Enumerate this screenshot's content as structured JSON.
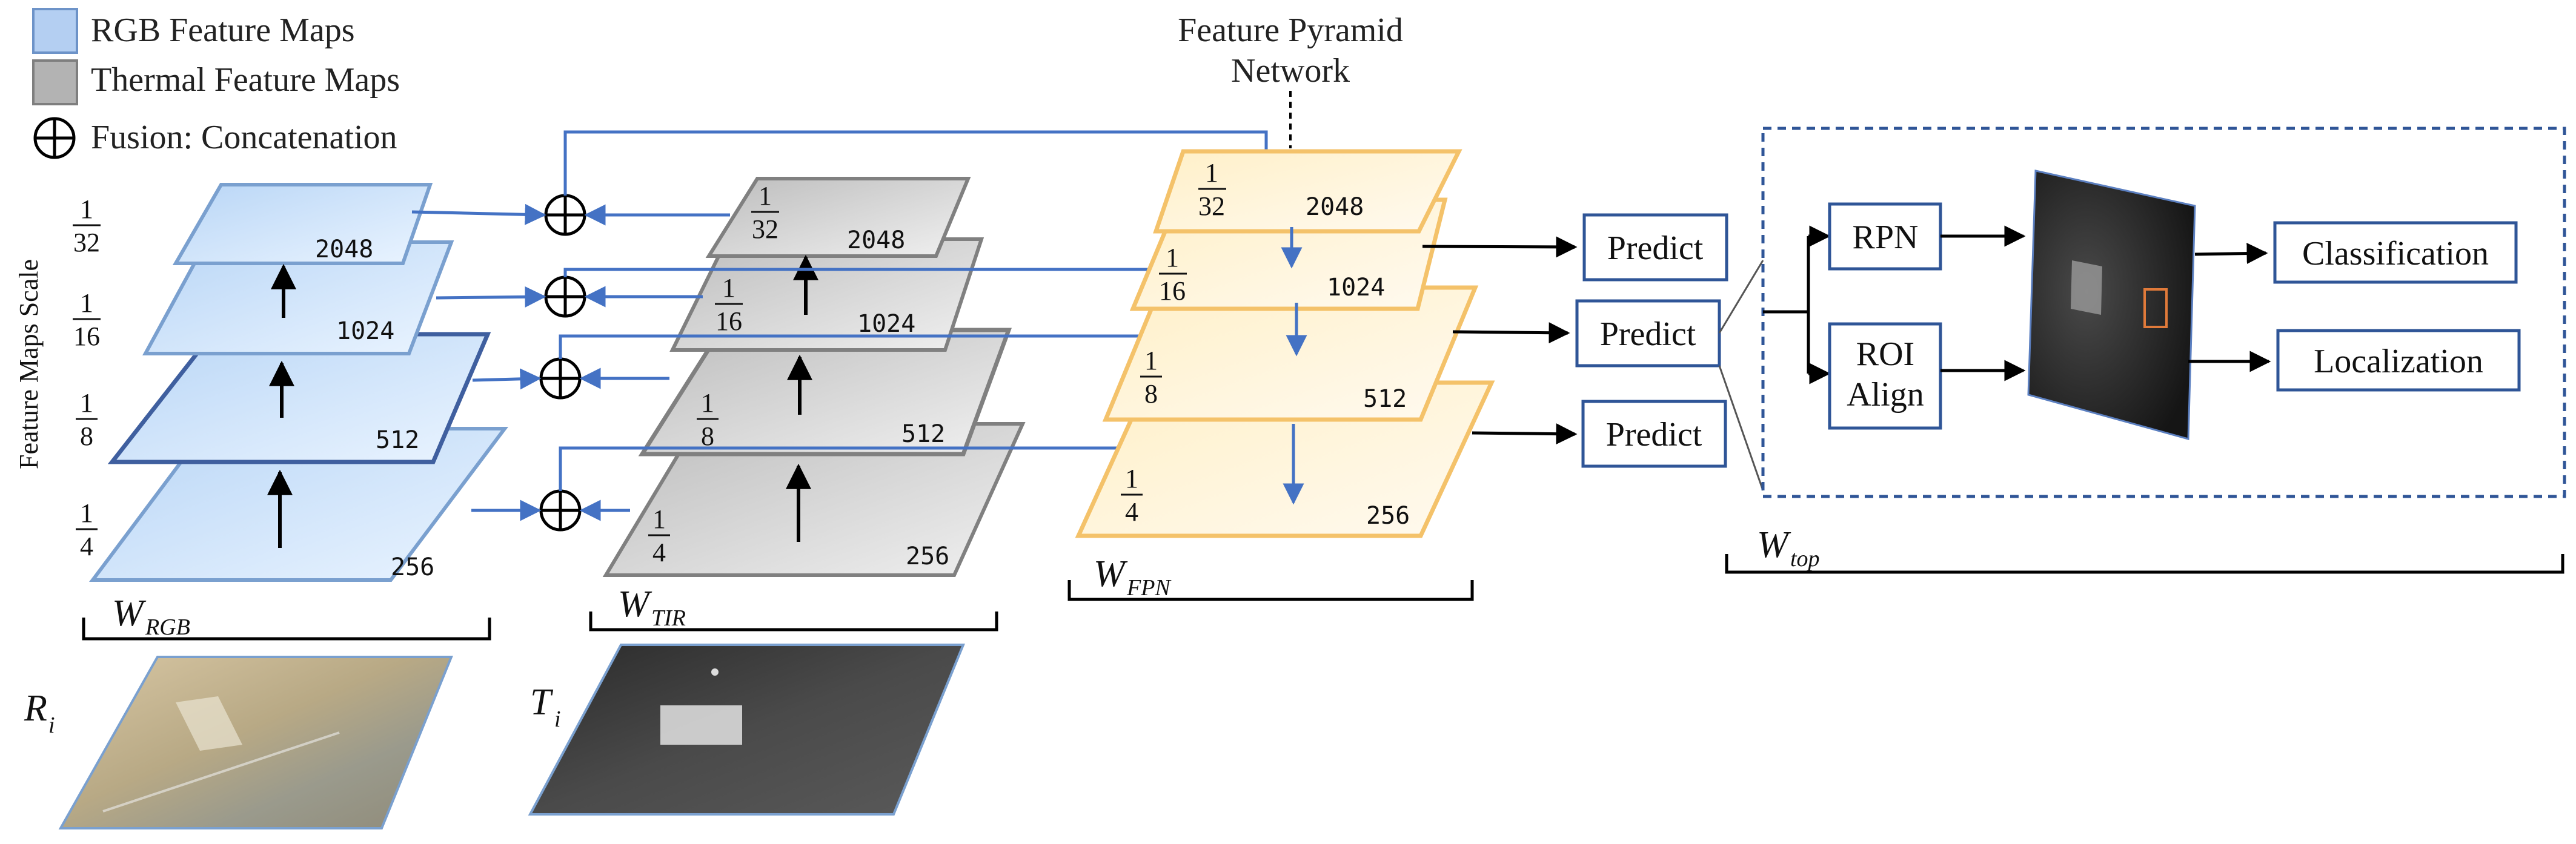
{
  "legend": {
    "rgb": "RGB Feature Maps",
    "thermal": "Thermal Feature Maps",
    "fusion": "Fusion: Concatenation"
  },
  "fpn_title": [
    "Feature Pyramid",
    "Network"
  ],
  "axis_label": "Feature Maps Scale",
  "scales": {
    "rgb": {
      "fractions": [
        [
          "1",
          "32"
        ],
        [
          "1",
          "16"
        ],
        [
          "1",
          "8"
        ],
        [
          "1",
          "4"
        ]
      ],
      "channels": [
        "2048",
        "1024",
        "512",
        "256"
      ]
    },
    "tir": {
      "fractions": [
        [
          "1",
          "32"
        ],
        [
          "1",
          "16"
        ],
        [
          "1",
          "8"
        ],
        [
          "1",
          "4"
        ]
      ],
      "channels": [
        "2048",
        "1024",
        "512",
        "256"
      ]
    },
    "fpn": {
      "fractions": [
        [
          "1",
          "32"
        ],
        [
          "1",
          "16"
        ],
        [
          "1",
          "8"
        ],
        [
          "1",
          "4"
        ]
      ],
      "channels": [
        "2048",
        "1024",
        "512",
        "256"
      ]
    }
  },
  "brackets": {
    "rgb": {
      "main": "W",
      "sub": "RGB"
    },
    "tir": {
      "main": "W",
      "sub": "TIR"
    },
    "fpn": {
      "main": "W",
      "sub": "FPN"
    },
    "top": {
      "main": "W",
      "sub": "top"
    }
  },
  "inputs": {
    "rgb": {
      "main": "R",
      "sub": "i"
    },
    "tir": {
      "main": "T",
      "sub": "i"
    }
  },
  "predict": [
    "Predict",
    "Predict",
    "Predict"
  ],
  "head": {
    "rpn": "RPN",
    "roi": [
      "ROI",
      "Align"
    ],
    "classification": "Classification",
    "localization": "Localization"
  },
  "colors": {
    "rgb_fill": "#cfe3fa",
    "rgb_stroke": "#7aa0cf",
    "tir_fill": "#d9d9d9",
    "tir_stroke": "#808080",
    "fpn_fill": "#fff5dc",
    "fpn_stroke": "#f4c26a",
    "arrow_blue": "#4472c4",
    "box_stroke": "#2f5597"
  }
}
